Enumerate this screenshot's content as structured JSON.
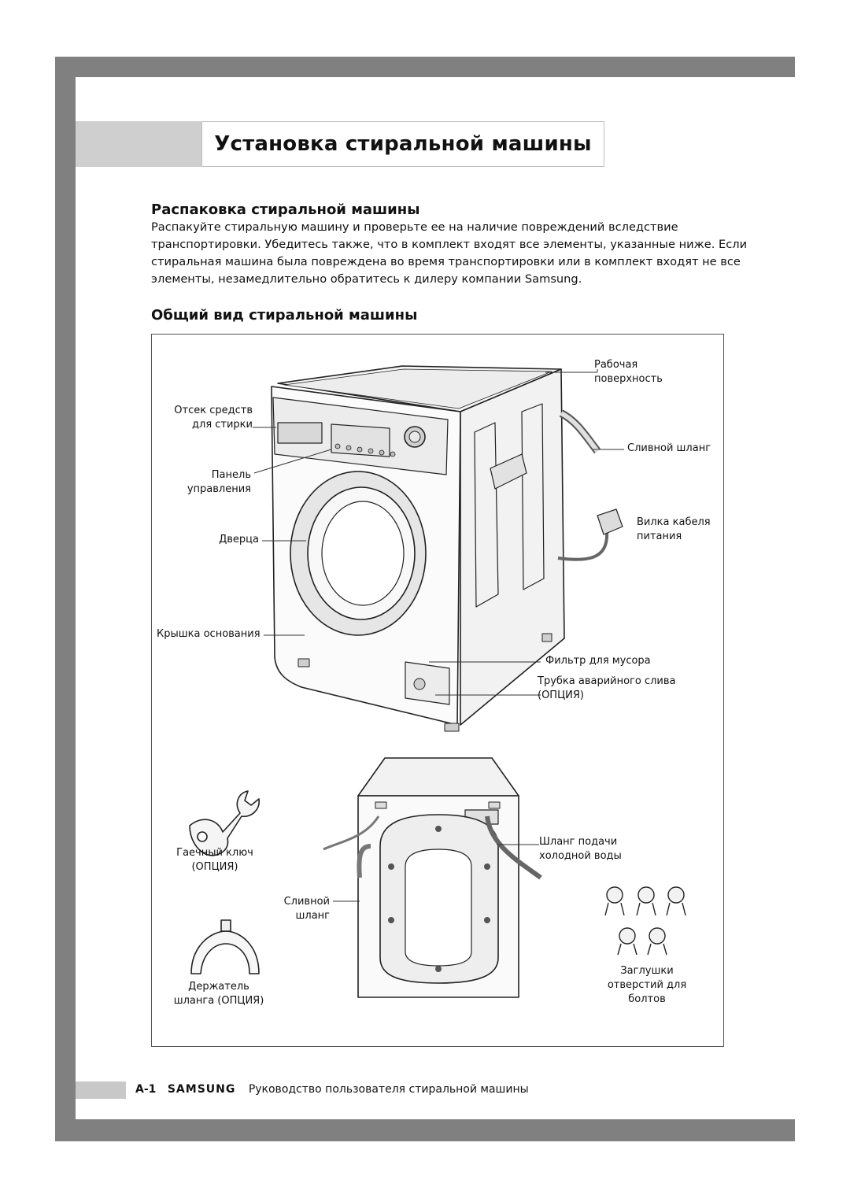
{
  "page_title": "Установка стиральной машины",
  "section1": {
    "heading": "Распаковка стиральной машины",
    "lines": [
      "Распакуйте стиральную машину и проверьте ее на наличие повреждений вследствие",
      "транспортировки. Убедитесь также, что в комплект входят все элементы, указанные ниже. Если",
      "стиральная машина была повреждена во время транспортировки или в комплект входят не все",
      "элементы, незамедлительно обратитесь к дилеру компании Samsung."
    ]
  },
  "section2": {
    "heading": "Общий вид стиральной машины"
  },
  "labels": {
    "work_surface": [
      "Рабочая",
      "поверхность"
    ],
    "detergent": [
      "Отсек средств",
      "для стирки"
    ],
    "drain_hose": "Сливной шланг",
    "control_panel": [
      "Панель",
      "управления"
    ],
    "power_plug": [
      "Вилка кабеля",
      "питания"
    ],
    "door": "Дверца",
    "base_cover": "Крышка основания",
    "debris_filter": "Фильтр для мусора",
    "emergency_drain": [
      "Трубка аварийного слива",
      "(ОПЦИЯ)"
    ],
    "spanner": [
      "Гаечный ключ",
      "(ОПЦИЯ)"
    ],
    "cold_water_hose": [
      "Шланг подачи",
      "холодной воды"
    ],
    "drain_hose_rear": [
      "Сливной",
      "шланг"
    ],
    "hose_holder": [
      "Держатель",
      "шланга (ОПЦИЯ)"
    ],
    "bolt_caps": [
      "Заглушки",
      "отверстий для",
      "болтов"
    ]
  },
  "footer": {
    "page_number": "A-1",
    "brand": "SAMSUNG",
    "text": "Руководство пользователя стиральной машины"
  }
}
